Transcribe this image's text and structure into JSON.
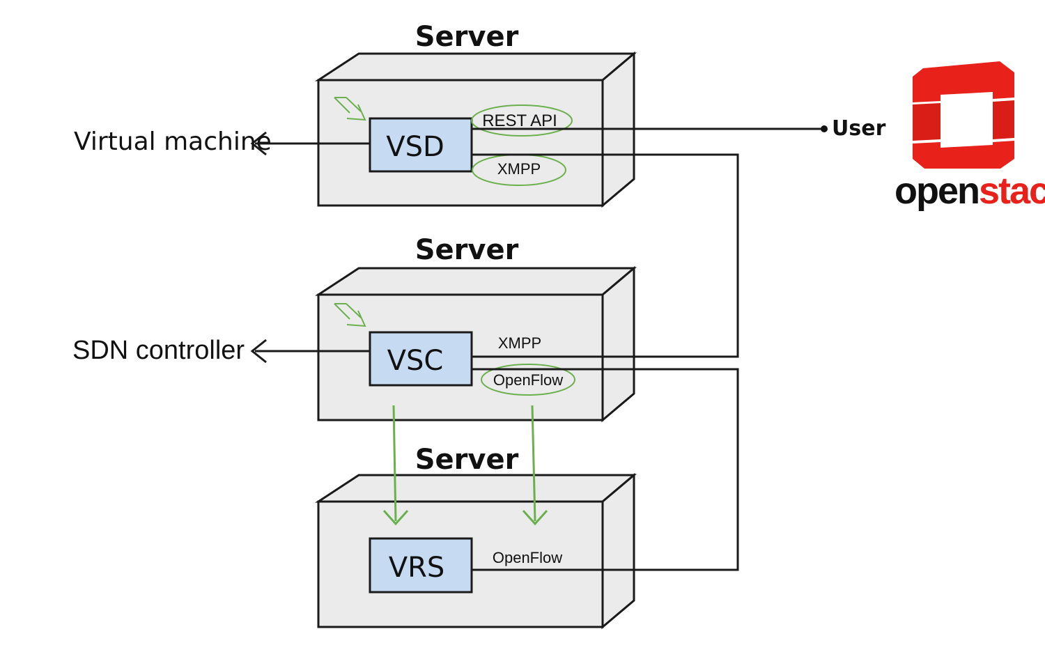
{
  "servers": [
    {
      "title": "Server",
      "component": "VSD",
      "labels": [
        "REST API",
        "XMPP"
      ]
    },
    {
      "title": "Server",
      "component": "VSC",
      "labels": [
        "XMPP",
        "OpenFlow"
      ]
    },
    {
      "title": "Server",
      "component": "VRS",
      "labels": [
        "OpenFlow"
      ]
    }
  ],
  "external": {
    "virtual_machine": "Virtual machine",
    "sdn_controller": "SDN controller",
    "user": "User"
  },
  "logo": {
    "part1": "open",
    "part2": "stack",
    "color_red": "#e8221a",
    "color_black": "#111111"
  },
  "colors": {
    "box_fill": "#ebebeb",
    "component_fill": "#c6daf2",
    "green": "#6ab04c",
    "stroke": "#1a1a1a"
  }
}
